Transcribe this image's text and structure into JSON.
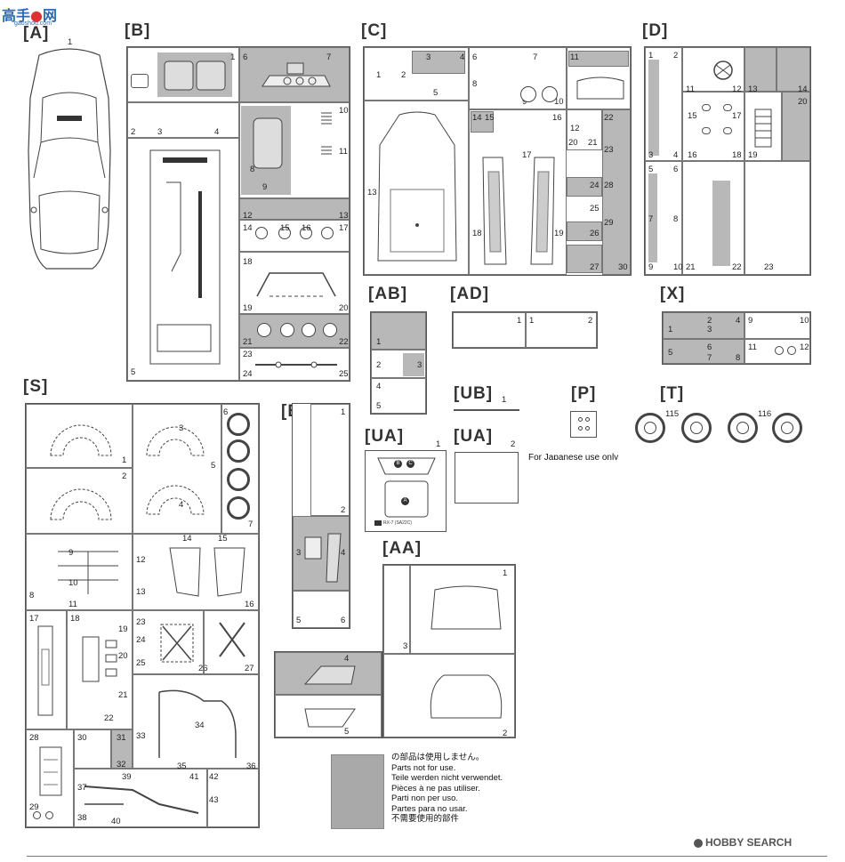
{
  "watermark_top": {
    "logo_text": "高手",
    "site": "gaoshou.com",
    "extra": "网"
  },
  "watermark_bottom": {
    "brand": "HOBBY SEARCH"
  },
  "sprues": {
    "A": {
      "label": "[A]",
      "parts": [
        "1"
      ]
    },
    "B": {
      "label": "[B]",
      "parts": [
        "1",
        "2",
        "3",
        "4",
        "5",
        "6",
        "7",
        "8",
        "9",
        "10",
        "11",
        "12",
        "13",
        "14",
        "15",
        "16",
        "17",
        "18",
        "19",
        "20",
        "21",
        "22",
        "23",
        "24",
        "25"
      ]
    },
    "C": {
      "label": "[C]",
      "parts": [
        "1",
        "2",
        "3",
        "4",
        "5",
        "6",
        "7",
        "8",
        "9",
        "10",
        "11",
        "12",
        "13",
        "14",
        "15",
        "16",
        "17",
        "18",
        "19",
        "20",
        "21",
        "22",
        "23",
        "24",
        "25",
        "26",
        "27",
        "28",
        "29",
        "30"
      ]
    },
    "D": {
      "label": "[D]",
      "parts": [
        "1",
        "2",
        "3",
        "4",
        "5",
        "6",
        "7",
        "8",
        "9",
        "10",
        "11",
        "12",
        "13",
        "14",
        "15",
        "16",
        "17",
        "18",
        "19",
        "20",
        "21",
        "22",
        "23"
      ]
    },
    "AB": {
      "label": "[AB]",
      "parts": [
        "1",
        "2",
        "3",
        "4",
        "5"
      ]
    },
    "AD": {
      "label": "[AD]",
      "parts": [
        "1",
        "1",
        "2"
      ]
    },
    "X": {
      "label": "[X]",
      "parts": [
        "1",
        "2",
        "3",
        "4",
        "5",
        "6",
        "7",
        "8",
        "9",
        "10",
        "11",
        "12"
      ]
    },
    "S": {
      "label": "[S]",
      "parts": [
        "1",
        "2",
        "3",
        "4",
        "5",
        "6",
        "7",
        "8",
        "9",
        "10",
        "11",
        "12",
        "13",
        "14",
        "15",
        "16",
        "17",
        "18",
        "19",
        "20",
        "21",
        "22",
        "23",
        "24",
        "25",
        "26",
        "27",
        "28",
        "29",
        "30",
        "31",
        "32",
        "33",
        "34",
        "35",
        "36",
        "37",
        "38",
        "39",
        "40",
        "41",
        "42",
        "43"
      ]
    },
    "E": {
      "label": "[E]",
      "parts": [
        "1",
        "2",
        "3",
        "4",
        "5",
        "6"
      ]
    },
    "UB": {
      "label": "[UB]",
      "parts": [
        "1"
      ]
    },
    "P": {
      "label": "[P]"
    },
    "T": {
      "label": "[T]",
      "parts": [
        "115",
        "116"
      ]
    },
    "UA1": {
      "label": "[UA]",
      "parts": [
        "1"
      ],
      "badge_a": "A",
      "badge_b": "B",
      "badge_c": "C",
      "decal_caption": "RX-7 (SA22C)"
    },
    "UA2": {
      "label": "[UA]",
      "parts": [
        "2"
      ]
    },
    "AA": {
      "label": "[AA]",
      "parts": [
        "1",
        "2",
        "3"
      ]
    }
  },
  "japan_only_note": "For Japanese use only",
  "not_for_use": {
    "jp": "の部品は使用しません。",
    "en": "Parts not for use.",
    "de": "Teile werden nicht verwendet.",
    "fr": "Pièces à ne pas utiliser.",
    "it": "Parti non per uso.",
    "es": "Partes para no usar.",
    "zh": "不需要使用的部件"
  }
}
